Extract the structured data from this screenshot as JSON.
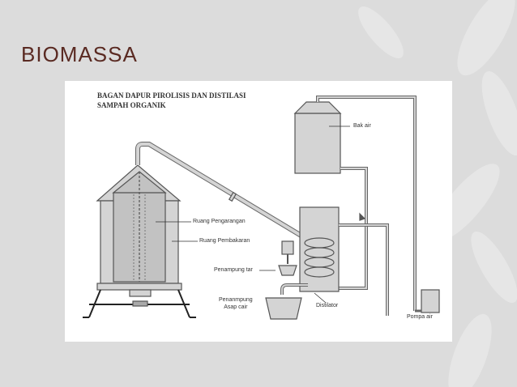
{
  "slide": {
    "title": "BIOMASSA"
  },
  "diagram": {
    "title_line1": "BAGAN DAPUR PIROLISIS DAN DISTILASI",
    "title_line2": "SAMPAH ORGANIK",
    "labels": {
      "bak_air": "Bak air",
      "ruang_pengarangan": "Ruang Pengarangan",
      "ruang_pembakaran": "Ruang Pembakaran",
      "penampung_tar": "Penampung tar",
      "penampung_asap_line1": "Penanmpung",
      "penampung_asap_line2": "Asap cair",
      "distilator": "Distilator",
      "pompa_air": "Pompa air"
    }
  },
  "colors": {
    "title": "#5a2a22",
    "fill": "#d4d4d4",
    "stroke": "#555555"
  }
}
